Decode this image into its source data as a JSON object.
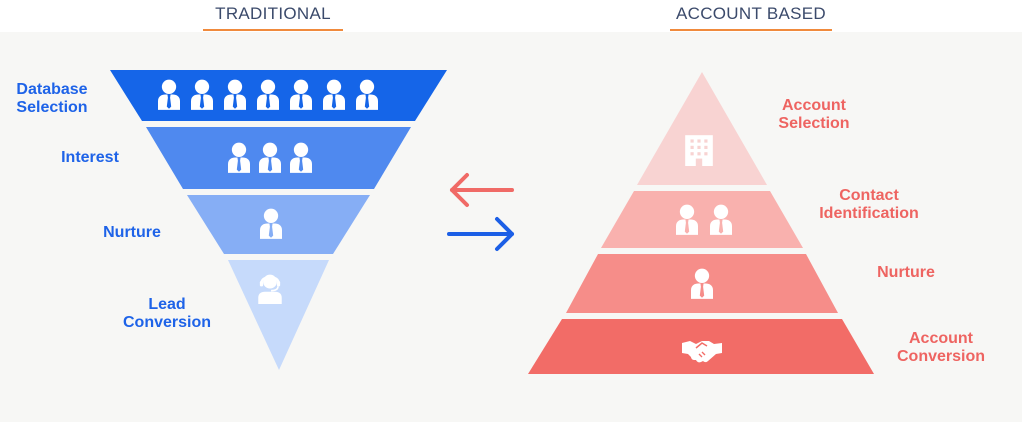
{
  "headings": {
    "left": "TRADITIONAL",
    "right": "ACCOUNT BASED"
  },
  "traditional_funnel": {
    "stages": [
      {
        "label_line1": "Database",
        "label_line2": "Selection",
        "icon": "person-icon",
        "icon_count": 7,
        "color": "#1565e8"
      },
      {
        "label_line1": "Interest",
        "label_line2": "",
        "icon": "person-icon",
        "icon_count": 3,
        "color": "#4f89ef"
      },
      {
        "label_line1": "Nurture",
        "label_line2": "",
        "icon": "person-icon",
        "icon_count": 1,
        "color": "#86aef5"
      },
      {
        "label_line1": "Lead",
        "label_line2": "Conversion",
        "icon": "headset-person-icon",
        "icon_count": 1,
        "color": "#c6dafb"
      }
    ]
  },
  "account_based_pyramid": {
    "stages": [
      {
        "label_line1": "Account",
        "label_line2": "Selection",
        "icon": "building-icon",
        "icon_count": 1,
        "color": "#f8d3d2"
      },
      {
        "label_line1": "Contact",
        "label_line2": "Identification",
        "icon": "person-icon",
        "icon_count": 2,
        "color": "#f9b1ae"
      },
      {
        "label_line1": "Nurture",
        "label_line2": "",
        "icon": "person-icon",
        "icon_count": 1,
        "color": "#f68d89"
      },
      {
        "label_line1": "Account",
        "label_line2": "Conversion",
        "icon": "handshake-icon",
        "icon_count": 1,
        "color": "#f26c67"
      }
    ]
  },
  "arrows": {
    "top": {
      "direction": "left",
      "color": "#f06a66",
      "icon": "arrow-left-icon"
    },
    "bottom": {
      "direction": "right",
      "color": "#1c5fe6",
      "icon": "arrow-right-icon"
    }
  },
  "colors": {
    "heading_text": "#3b4a6b",
    "heading_underline": "#f08a3c",
    "traditional_label": "#1e63e8",
    "account_label": "#ee6461",
    "panel_background": "#f7f7f5"
  }
}
